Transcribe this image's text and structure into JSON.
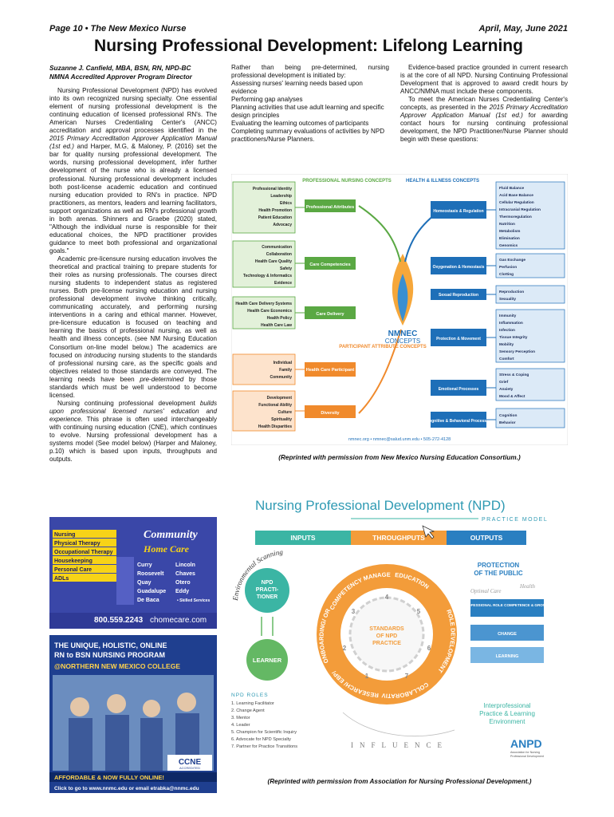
{
  "header": {
    "left": "Page 10  •  The New Mexico Nurse",
    "right": "April, May, June 2021"
  },
  "title": "Nursing Professional Development: Lifelong Learning",
  "author": {
    "line1": "Suzanne J. Canfield, MBA, BSN, RN, NPD-BC",
    "line2": "NMNA Accredited Approver Program Director"
  },
  "col1": {
    "p1": "Nursing Professional Development (NPD) has evolved into its own recognized nursing specialty. One essential element of nursing professional development is the continuing education of licensed professional RN's. The American Nurses Credentialing Center's (ANCC) accreditation and approval processes identified in the ",
    "p1_it": "2015 Primary Accreditation Approver Application Manual (1st ed.)",
    "p1_b": " and Harper, M.G, & Maloney, P. (2016) set the bar for quality nursing professional development. The words, nursing professional development, infer further development of the nurse who is already a licensed professional. Nursing professional development includes both post-license academic education and continued nursing education provided to RN's in practice. NPD practitioners, as mentors, leaders and learning facilitators, support organizations as well as RN's professional growth in both arenas. Shinners and Graebe (2020) stated, \"Although the individual nurse is responsible for their educational choices, the NPD practitioner provides guidance to meet both professional and organizational goals.\"",
    "p2": "Academic pre-licensure nursing education involves the theoretical and practical training to prepare students for their roles as nursing professionals. The courses direct nursing students to independent status as registered nurses. Both pre-license nursing education and nursing professional development involve thinking critically, communicating accurately, and performing nursing interventions in a caring and ethical manner. However, pre-licensure education is focused on teaching and learning the basics of professional nursing, as well as health and illness concepts. (see NM Nursing Education Consortium on-line model below.) The academics are focused on ",
    "p2_it": "introducing",
    "p2_b": " nursing students to the standards of professional nursing care, as the specific goals and objectives related to those standards are conveyed. The learning needs have been ",
    "p2_it2": "pre-determined",
    "p2_c": " by those standards which must be well understood to become licensed.",
    "p3": "Nursing continuing professional development ",
    "p3_it": "builds upon professional licensed nurses' education and experience.",
    "p3_b": " This phrase is often used interchangeably with continuing nursing education (CNE), which continues to evolve. Nursing professional development has a systems model (See model below) (Harper and Maloney, p.10) which is based upon inputs, throughputs and outputs."
  },
  "col2": {
    "p1": "Rather than being pre-determined, nursing professional development is initiated by:",
    "items": [
      "Assessing nurses' learning needs based upon evidence",
      "Performing gap analyses",
      "Planning activities that use adult learning and specific design principles",
      "Evaluating the learning outcomes of participants",
      "Completing summary evaluations of activities by NPD practitioners/Nurse Planners."
    ]
  },
  "col3": {
    "p1": "Evidence-based practice grounded in current research is at the core of all NPD. Nursing Continuing Professional Development that is approved to award credit hours by ANCC/NMNA must include these components.",
    "p2": "To meet the American Nurses Credentialing Center's concepts, as presented in the ",
    "p2_it": "2015 Primary Accreditation Approver Application Manual (1st ed.)",
    "p2_b": " for awarding contact hours for nursing continuing professional development, the NPD Practitioner/Nurse Planner should begin with these questions:"
  },
  "nmnec": {
    "left_groups": [
      [
        "Professional Identity",
        "Leadership",
        "Ethics",
        "Health Promotion",
        "Patient Education",
        "Advocacy"
      ],
      [
        "Communication",
        "Collaboration",
        "Health Care Quality",
        "Safety",
        "Technology & Informatics",
        "Evidence"
      ],
      [
        "Health Care Delivery Systems",
        "Health Care Economics",
        "Health Policy",
        "Health Care Law"
      ],
      [
        "Individual",
        "Family",
        "Community"
      ],
      [
        "Development",
        "Functional Ability",
        "Culture",
        "Spirituality",
        "Health Disparities"
      ]
    ],
    "header_prof": "PROFESSIONAL NURSING CONCEPTS",
    "header_health": "HEALTH & ILLNESS CONCEPTS",
    "header_participant": "PARTICIPANT ATTRIBUTE CONCEPTS",
    "center_boxes": [
      "Professional Attributes",
      "Care Competencies",
      "Care Delivery",
      "Health Care Participant",
      "Diversity"
    ],
    "right_boxes": [
      "Homeostasis & Regulation",
      "Oxygenation & Hemostasis",
      "Sexual Reproduction",
      "Protection & Movement",
      "Emotional Processes",
      "Cognitive & Behavioral Processes"
    ],
    "right_lists": [
      [
        "Fluid Balance",
        "Acid Base Balance",
        "Cellular Regulation",
        "Intracranial Regulation",
        "Thermoregulation",
        "Nutrition",
        "Metabolism",
        "Elimination",
        "Genomics"
      ],
      [
        "Gas Exchange",
        "Perfusion",
        "Clotting"
      ],
      [
        "Reproduction",
        "Sexuality"
      ],
      [
        "Immunity",
        "Inflammation",
        "Infection",
        "Tissue Integrity",
        "Mobility",
        "Sensory Perception",
        "Comfort"
      ],
      [
        "Stress & Coping",
        "Grief",
        "Anxiety",
        "Mood & Affect"
      ],
      [
        "Cognition",
        "Behavior"
      ]
    ],
    "logo": "NMNEC",
    "logo2": "CONCEPTS",
    "footer": "nmnec.org  •  nmnec@salud.unm.edu  •  505-272-4128",
    "colors": {
      "green": "#5aa843",
      "orange": "#f08a2c",
      "blue": "#1e6fb8"
    }
  },
  "nmnec_caption": "(Reprinted with permission from New Mexico Nursing Education Consortium.)",
  "ad1": {
    "services": [
      "Nursing",
      "Physical Therapy",
      "Occupational Therapy",
      "Housekeeping",
      "Personal Care",
      "ADLs"
    ],
    "brand1": "Community",
    "brand2": "Home Care",
    "counties": [
      "Curry",
      "Lincoln",
      "Roosevelt",
      "Chaves",
      "Quay",
      "Otero",
      "Guadalupe",
      "Eddy",
      "De Baca"
    ],
    "note": "• Skilled Services",
    "phone": "800.559.2243",
    "site": "chomecare.com"
  },
  "ad2": {
    "line1": "THE UNIQUE, HOLISTIC, ONLINE",
    "line2": "RN to BSN NURSING PROGRAM",
    "line3": "@NORTHERN NEW MEXICO COLLEGE",
    "badge": "CCNE",
    "badge_sub": "ACCREDITED",
    "tagline": "AFFORDABLE & NOW FULLY ONLINE!",
    "contact": "Click to go to www.nnmc.edu or email etrabka@nnmc.edu"
  },
  "npd": {
    "title": "Nursing Professional Development (NPD)",
    "subtitle": "PRACTICE MODEL",
    "inputs": "INPUTS",
    "throughputs": "THROUGHPUTS",
    "outputs": "OUTPUTS",
    "env": "Environmental Scanning",
    "practitioner": [
      "NPD",
      "PRACTI-",
      "TIONER"
    ],
    "learner": "LEARNER",
    "center": [
      "STANDARDS",
      "OF NPD",
      "PRACTICE"
    ],
    "segments": [
      "COMPETENCY MANAGEMENT",
      "EDUCATION",
      "ROLE DEVELOPMENT",
      "COLLABORATIVE PARTNERSHIPS",
      "RESEARCH/ EBP/QI",
      "ONBOARDING/ ORIENTATION"
    ],
    "numbers": [
      "1",
      "2",
      "3",
      "4",
      "5",
      "6",
      "7"
    ],
    "roles_title": "NPD ROLES",
    "roles": [
      "1. Learning Facilitator",
      "2. Change Agent",
      "3. Mentor",
      "4. Leader",
      "5. Champion for Scientific Inquiry",
      "6. Advocate for NPD Specialty",
      "7. Partner for Practice Transitions"
    ],
    "protection": [
      "PROTECTION",
      "OF THE PUBLIC"
    ],
    "optimal": "Optimal Care",
    "health": "Health",
    "outputs_list": [
      "PROFESSIONAL ROLE COMPETENCE & GROWTH",
      "CHANGE",
      "LEARNING"
    ],
    "interprof": [
      "Interprofessional",
      "Practice & Learning",
      "Environment"
    ],
    "influence": "INFLUENCE",
    "anpd": "ANPD",
    "anpd_sub": [
      "Association for Nursing",
      "Professional Development"
    ],
    "colors": {
      "teal": "#3bb5a4",
      "orange": "#f39c3a",
      "blue": "#2a7fc1",
      "green": "#64b864"
    }
  },
  "npd_caption": "(Reprinted with permission from Association for Nursing Professional Development.)"
}
